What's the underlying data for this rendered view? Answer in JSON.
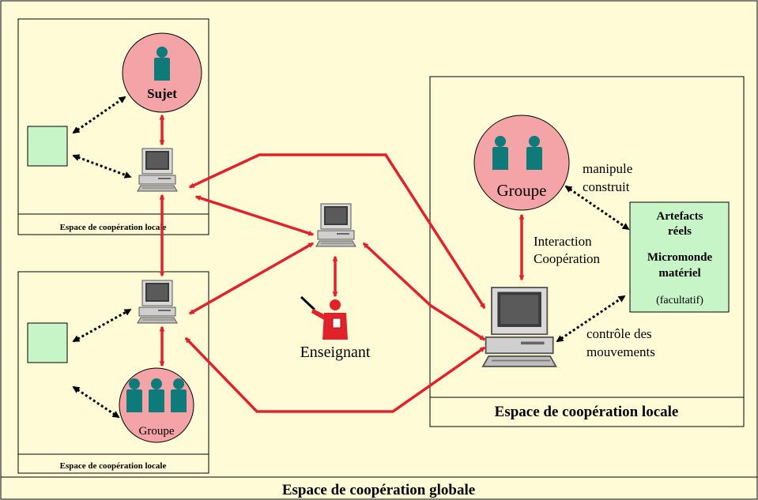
{
  "global_space": {
    "label": "Espace de coopération globale"
  },
  "zone_top_left": {
    "label": "Espace de coopération locale",
    "person_label": "Sujet"
  },
  "zone_bottom_left": {
    "label": "Espace de coopération locale",
    "group_label": "Groupe"
  },
  "zone_right": {
    "label": "Espace de coopération locale",
    "group_label": "Groupe",
    "label_manipule": "manipule",
    "label_construit": "construit",
    "label_interaction": "Interaction",
    "label_cooperation": "Coopération",
    "label_controle": "contrôle des",
    "label_mouvements": "mouvements",
    "artefacts_line1": "Artefacts",
    "artefacts_line2": "réels",
    "micromonde_line1": "Micromonde",
    "micromonde_line2": "matériel",
    "optional": "(facultatif)"
  },
  "teacher": {
    "label": "Enseignant"
  },
  "colors": {
    "background": "#fffbd6",
    "person_circle": "#f4a3a6",
    "person_figure": "#0f7a7a",
    "artefact_box": "#c8f5c8",
    "arrow_red": "#e0232b"
  }
}
